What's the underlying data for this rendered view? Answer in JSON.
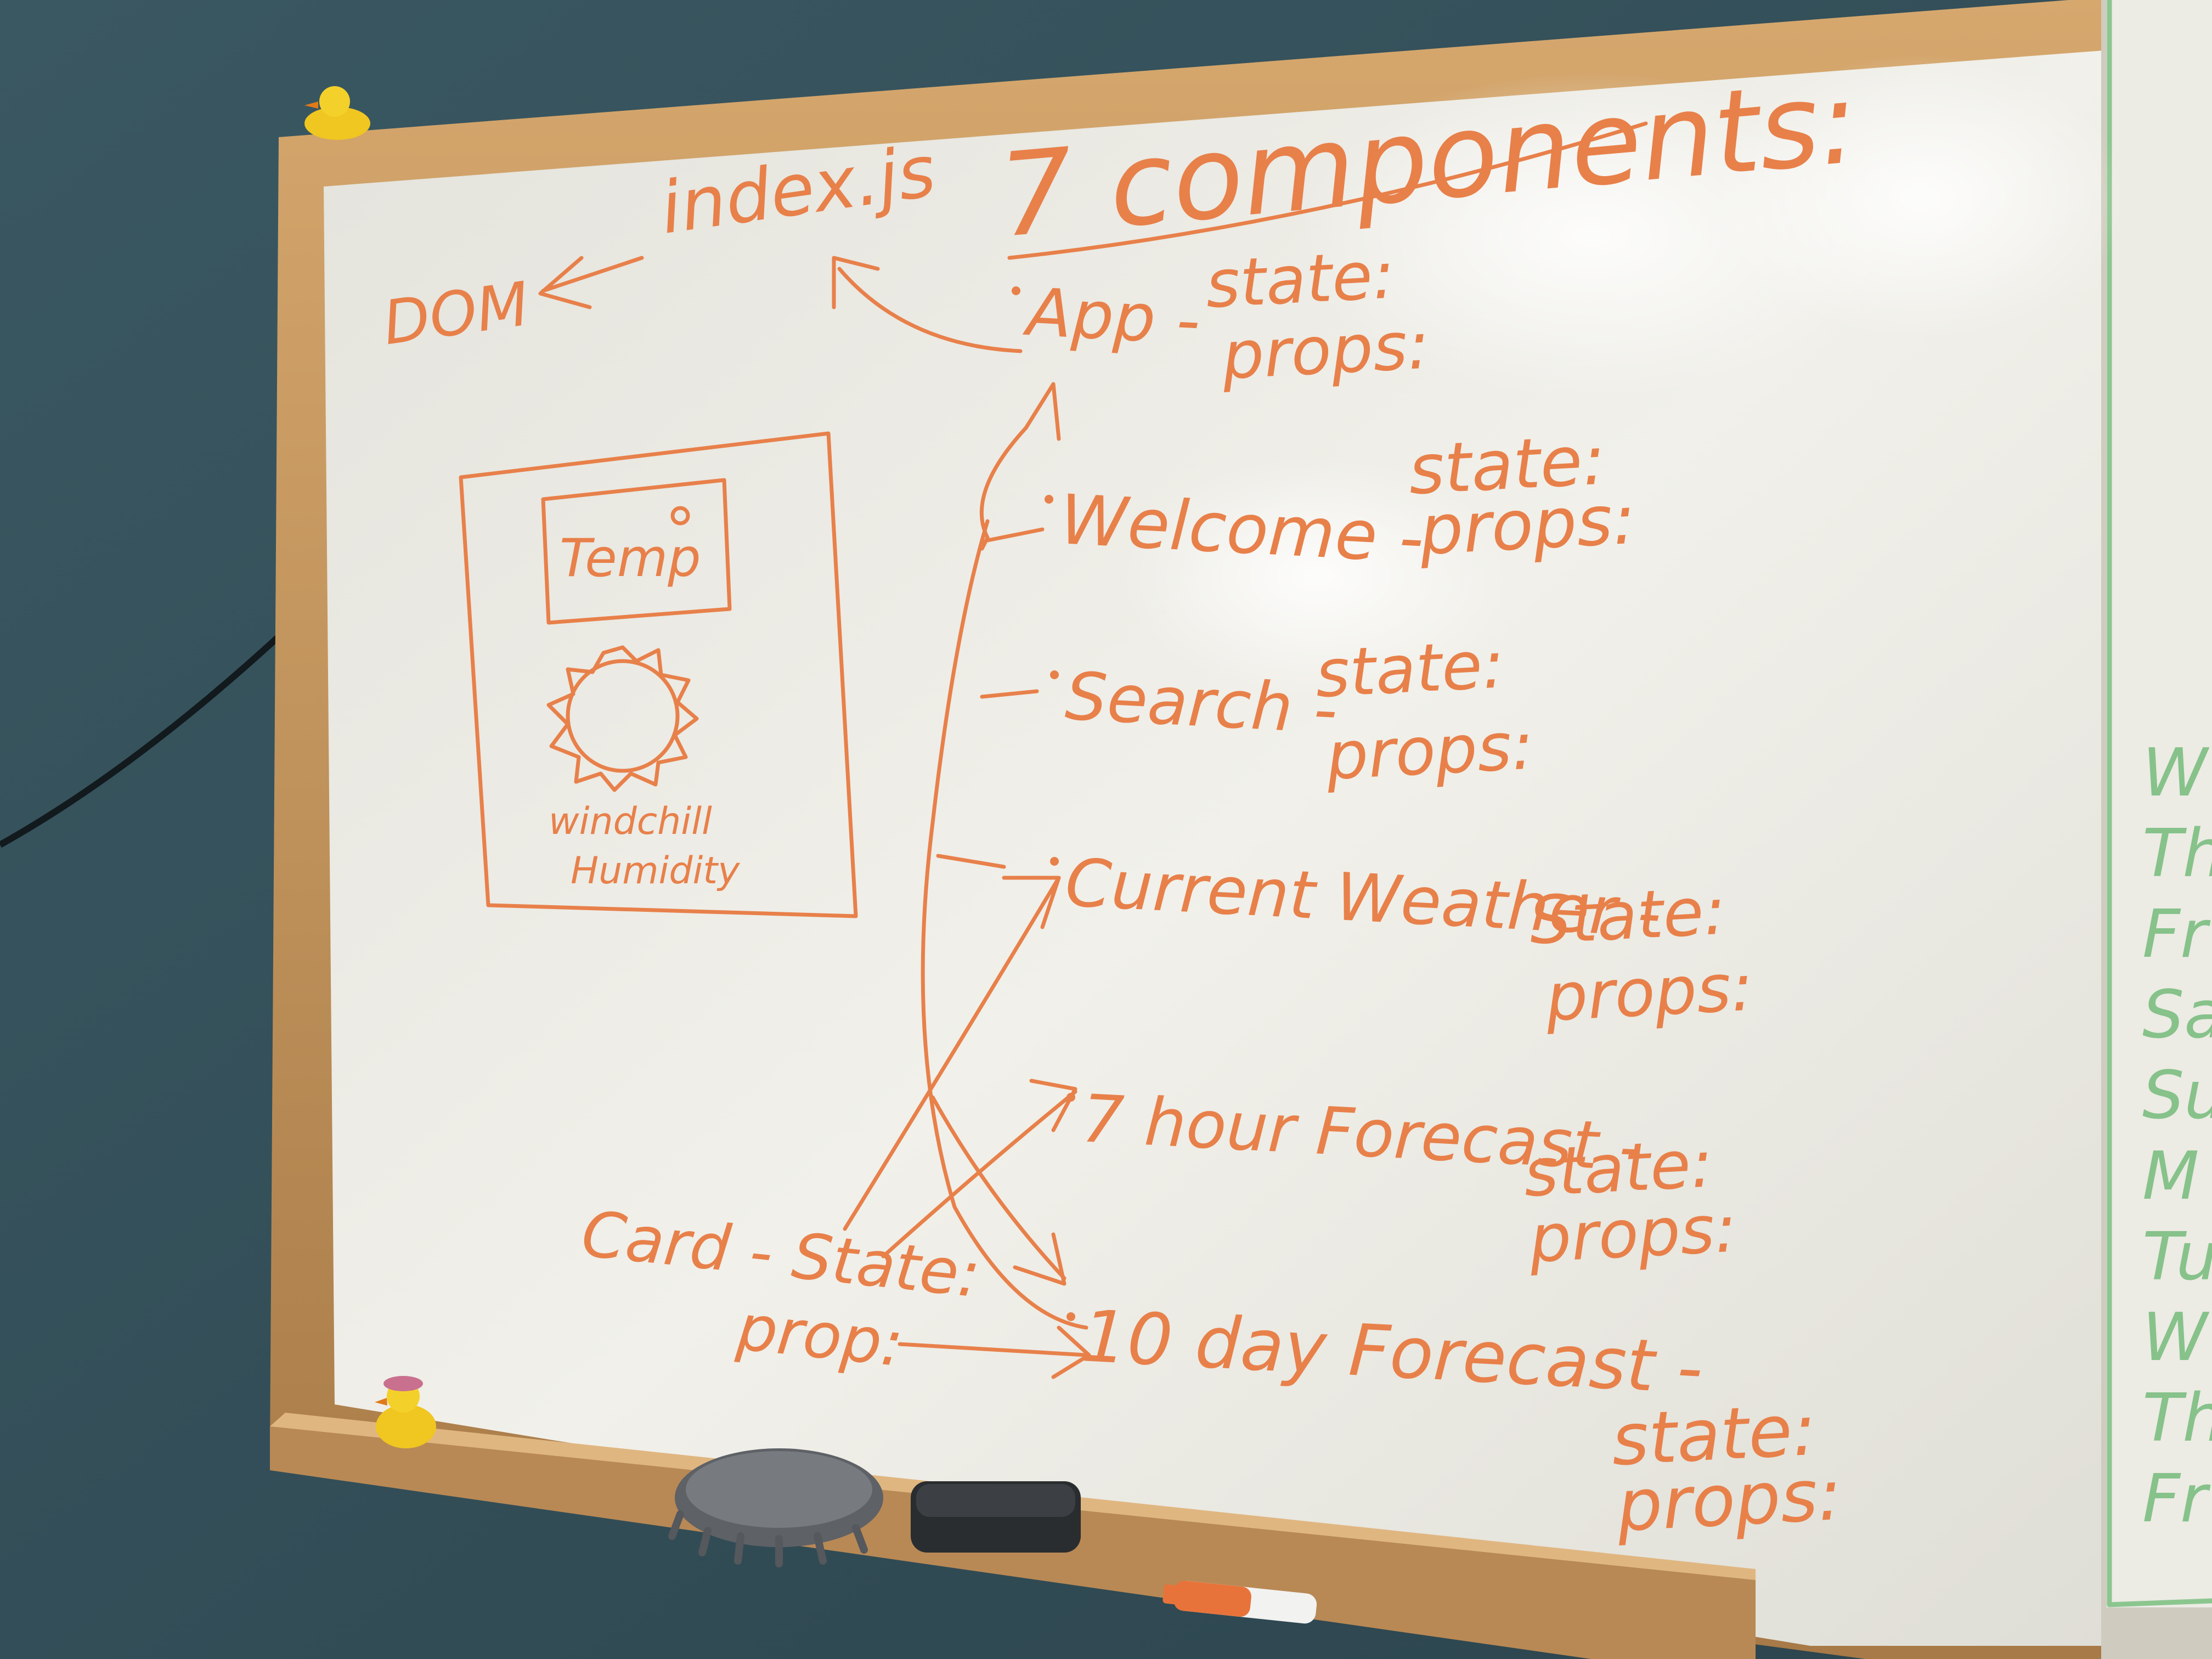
{
  "colors": {
    "wall": "#34505a",
    "board": "#efefe9",
    "frame": "#c89a63",
    "marker_orange": "#e8804a",
    "marker_green": "#86c28a"
  },
  "board": {
    "heading": "7 components:",
    "dom_label": "DOM",
    "index_label": "index.js",
    "components": [
      {
        "name": "App",
        "sep": " - ",
        "state": "state:",
        "props": "props:"
      },
      {
        "name": "Welcome",
        "sep": " - ",
        "state": "state:",
        "props": "props:"
      },
      {
        "name": "Search",
        "sep": " - ",
        "state": "state:",
        "props": "props:"
      },
      {
        "name": "Current Weather",
        "sep": " - ",
        "state": "State:",
        "props": "props:"
      },
      {
        "name": "7 hour Forecast",
        "sep": " - ",
        "state": "state:",
        "props": "props:"
      },
      {
        "name": "10 day Forecast",
        "sep": " - ",
        "state": "state:",
        "props": "props:"
      }
    ],
    "card": {
      "label": "Card - State:",
      "props": "prop:"
    },
    "sketch": {
      "temp_label": "Temp",
      "line1": "windchill",
      "line2": "Humidity"
    }
  },
  "side_board": {
    "letters": [
      "W",
      "Th",
      "Fr",
      "Sa",
      "Su",
      "M",
      "Tu",
      "W",
      "Th",
      "Fr"
    ]
  },
  "icons": [
    "rubber-duck-icon",
    "rubber-duck-icon",
    "sponge-icon",
    "eraser-icon",
    "marker-icon"
  ]
}
